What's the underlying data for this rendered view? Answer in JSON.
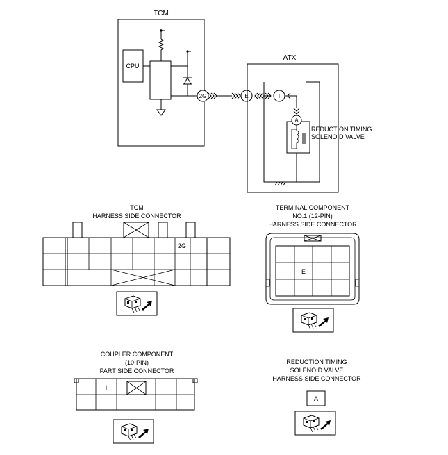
{
  "schematic": {
    "tcm_label": "TCM",
    "cpu_label": "CPU",
    "atx_label": "ATX",
    "terminal_2g": "2G",
    "terminal_e": "E",
    "terminal_i": "I",
    "terminal_a": "A",
    "solenoid_label_line1": "REDUCTION TIMING",
    "solenoid_label_line2": "SOLENOID VALVE"
  },
  "connectors": {
    "tcm": {
      "title_line1": "TCM",
      "title_line2": "HARNESS SIDE CONNECTOR",
      "pin_label": "2G"
    },
    "terminal_component": {
      "title_line1": "TERMINAL COMPONENT",
      "title_line2": "NO.1 (12-PIN)",
      "title_line3": "HARNESS SIDE CONNECTOR",
      "pin_label": "E"
    },
    "coupler_component": {
      "title_line1": "COUPLER COMPONENT",
      "title_line2": "(10-PIN)",
      "title_line3": "PART SIDE CONNECTOR",
      "pin_label": "I"
    },
    "reduction_timing": {
      "title_line1": "REDUCTION TIMING",
      "title_line2": "SOLENOID VALVE",
      "title_line3": "HARNESS SIDE CONNECTOR",
      "pin_label": "A"
    }
  }
}
